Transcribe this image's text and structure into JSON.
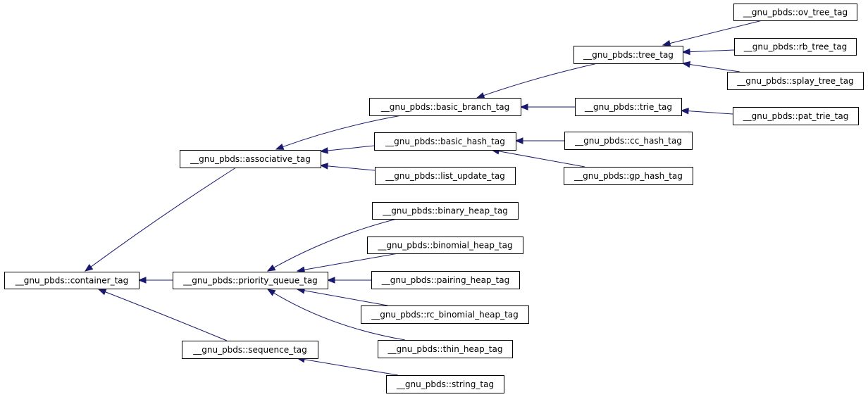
{
  "diagram": {
    "nodes": [
      {
        "id": "container_tag",
        "label": "__gnu_pbds::container_tag"
      },
      {
        "id": "associative_tag",
        "label": "__gnu_pbds::associative_tag"
      },
      {
        "id": "priority_queue_tag",
        "label": "__gnu_pbds::priority_queue_tag"
      },
      {
        "id": "sequence_tag",
        "label": "__gnu_pbds::sequence_tag"
      },
      {
        "id": "basic_branch_tag",
        "label": "__gnu_pbds::basic_branch_tag"
      },
      {
        "id": "basic_hash_tag",
        "label": "__gnu_pbds::basic_hash_tag"
      },
      {
        "id": "list_update_tag",
        "label": "__gnu_pbds::list_update_tag"
      },
      {
        "id": "binary_heap_tag",
        "label": "__gnu_pbds::binary_heap_tag"
      },
      {
        "id": "binomial_heap_tag",
        "label": "__gnu_pbds::binomial_heap_tag"
      },
      {
        "id": "pairing_heap_tag",
        "label": "__gnu_pbds::pairing_heap_tag"
      },
      {
        "id": "rc_binomial_heap_tag",
        "label": "__gnu_pbds::rc_binomial_heap_tag"
      },
      {
        "id": "thin_heap_tag",
        "label": "__gnu_pbds::thin_heap_tag"
      },
      {
        "id": "string_tag",
        "label": "__gnu_pbds::string_tag"
      },
      {
        "id": "tree_tag",
        "label": "__gnu_pbds::tree_tag"
      },
      {
        "id": "trie_tag",
        "label": "__gnu_pbds::trie_tag"
      },
      {
        "id": "cc_hash_tag",
        "label": "__gnu_pbds::cc_hash_tag"
      },
      {
        "id": "gp_hash_tag",
        "label": "__gnu_pbds::gp_hash_tag"
      },
      {
        "id": "ov_tree_tag",
        "label": "__gnu_pbds::ov_tree_tag"
      },
      {
        "id": "rb_tree_tag",
        "label": "__gnu_pbds::rb_tree_tag"
      },
      {
        "id": "splay_tree_tag",
        "label": "__gnu_pbds::splay_tree_tag"
      },
      {
        "id": "pat_trie_tag",
        "label": "__gnu_pbds::pat_trie_tag"
      }
    ],
    "edges": [
      {
        "from": "associative_tag",
        "to": "container_tag"
      },
      {
        "from": "priority_queue_tag",
        "to": "container_tag"
      },
      {
        "from": "sequence_tag",
        "to": "container_tag"
      },
      {
        "from": "basic_branch_tag",
        "to": "associative_tag"
      },
      {
        "from": "basic_hash_tag",
        "to": "associative_tag"
      },
      {
        "from": "list_update_tag",
        "to": "associative_tag"
      },
      {
        "from": "binary_heap_tag",
        "to": "priority_queue_tag"
      },
      {
        "from": "binomial_heap_tag",
        "to": "priority_queue_tag"
      },
      {
        "from": "pairing_heap_tag",
        "to": "priority_queue_tag"
      },
      {
        "from": "rc_binomial_heap_tag",
        "to": "priority_queue_tag"
      },
      {
        "from": "thin_heap_tag",
        "to": "priority_queue_tag"
      },
      {
        "from": "string_tag",
        "to": "sequence_tag"
      },
      {
        "from": "tree_tag",
        "to": "basic_branch_tag"
      },
      {
        "from": "trie_tag",
        "to": "basic_branch_tag"
      },
      {
        "from": "cc_hash_tag",
        "to": "basic_hash_tag"
      },
      {
        "from": "gp_hash_tag",
        "to": "basic_hash_tag"
      },
      {
        "from": "ov_tree_tag",
        "to": "tree_tag"
      },
      {
        "from": "rb_tree_tag",
        "to": "tree_tag"
      },
      {
        "from": "splay_tree_tag",
        "to": "tree_tag"
      },
      {
        "from": "pat_trie_tag",
        "to": "trie_tag"
      }
    ]
  }
}
